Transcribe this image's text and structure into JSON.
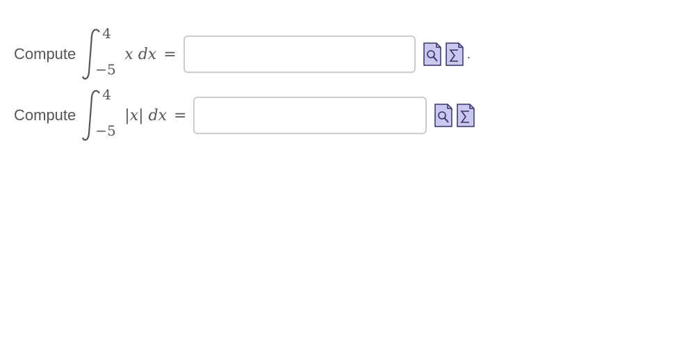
{
  "problems": [
    {
      "prompt": "Compute",
      "upper_limit": "4",
      "lower_limit": "−5",
      "integrand_var": "x",
      "differential": "dx",
      "equals": "=",
      "answer_value": "",
      "trailing": "."
    },
    {
      "prompt": "Compute",
      "upper_limit": "4",
      "lower_limit": "−5",
      "abs_open": "|",
      "integrand_var": "x",
      "abs_close": "|",
      "differential": "dx",
      "equals": "=",
      "answer_value": ""
    }
  ],
  "icons": {
    "preview": "magnifier-page-icon",
    "equation_editor": "sigma-page-icon"
  },
  "colors": {
    "text": "#555555",
    "input_border": "#cccccc",
    "icon_fill": "#c8c8f0",
    "icon_stroke": "#333366"
  }
}
